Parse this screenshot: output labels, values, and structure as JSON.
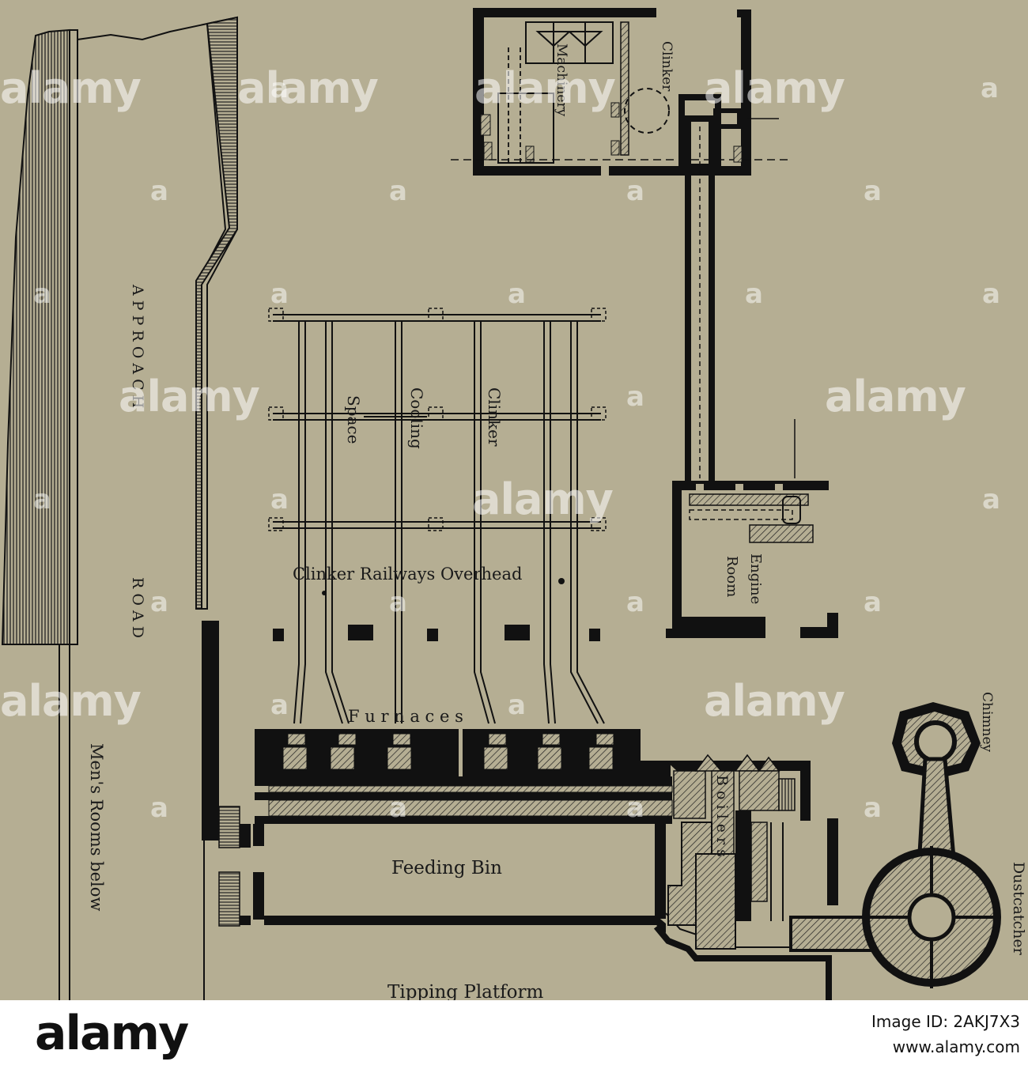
{
  "labels": {
    "machinery": "Machinery",
    "clinker_top": "Clinker",
    "approach": "A P P R O A C H",
    "road": "R O A D",
    "clinker_cooling": "Clinker",
    "cooling": "Cooling",
    "space": "Space",
    "railways": "Clinker Railways Overhead",
    "engine": "Engine",
    "room": "Room",
    "furnaces": "F u r n a c e s",
    "boilers": "B o i l e r s",
    "feeding_bin": "Feeding Bin",
    "tipping_platform": "Tipping Platform",
    "mens_rooms": "Men's Rooms below",
    "chimney": "Chimney",
    "dustcatcher": "Dustcatcher"
  },
  "watermark": {
    "word": "alamy",
    "letter": "a"
  },
  "footer": {
    "logo": "alamy",
    "image_id": "Image ID: 2AKJ7X3",
    "url": "www.alamy.com"
  },
  "colors": {
    "paper": "#b5ae93",
    "ink": "#111111",
    "hatch": "#8d8670"
  }
}
